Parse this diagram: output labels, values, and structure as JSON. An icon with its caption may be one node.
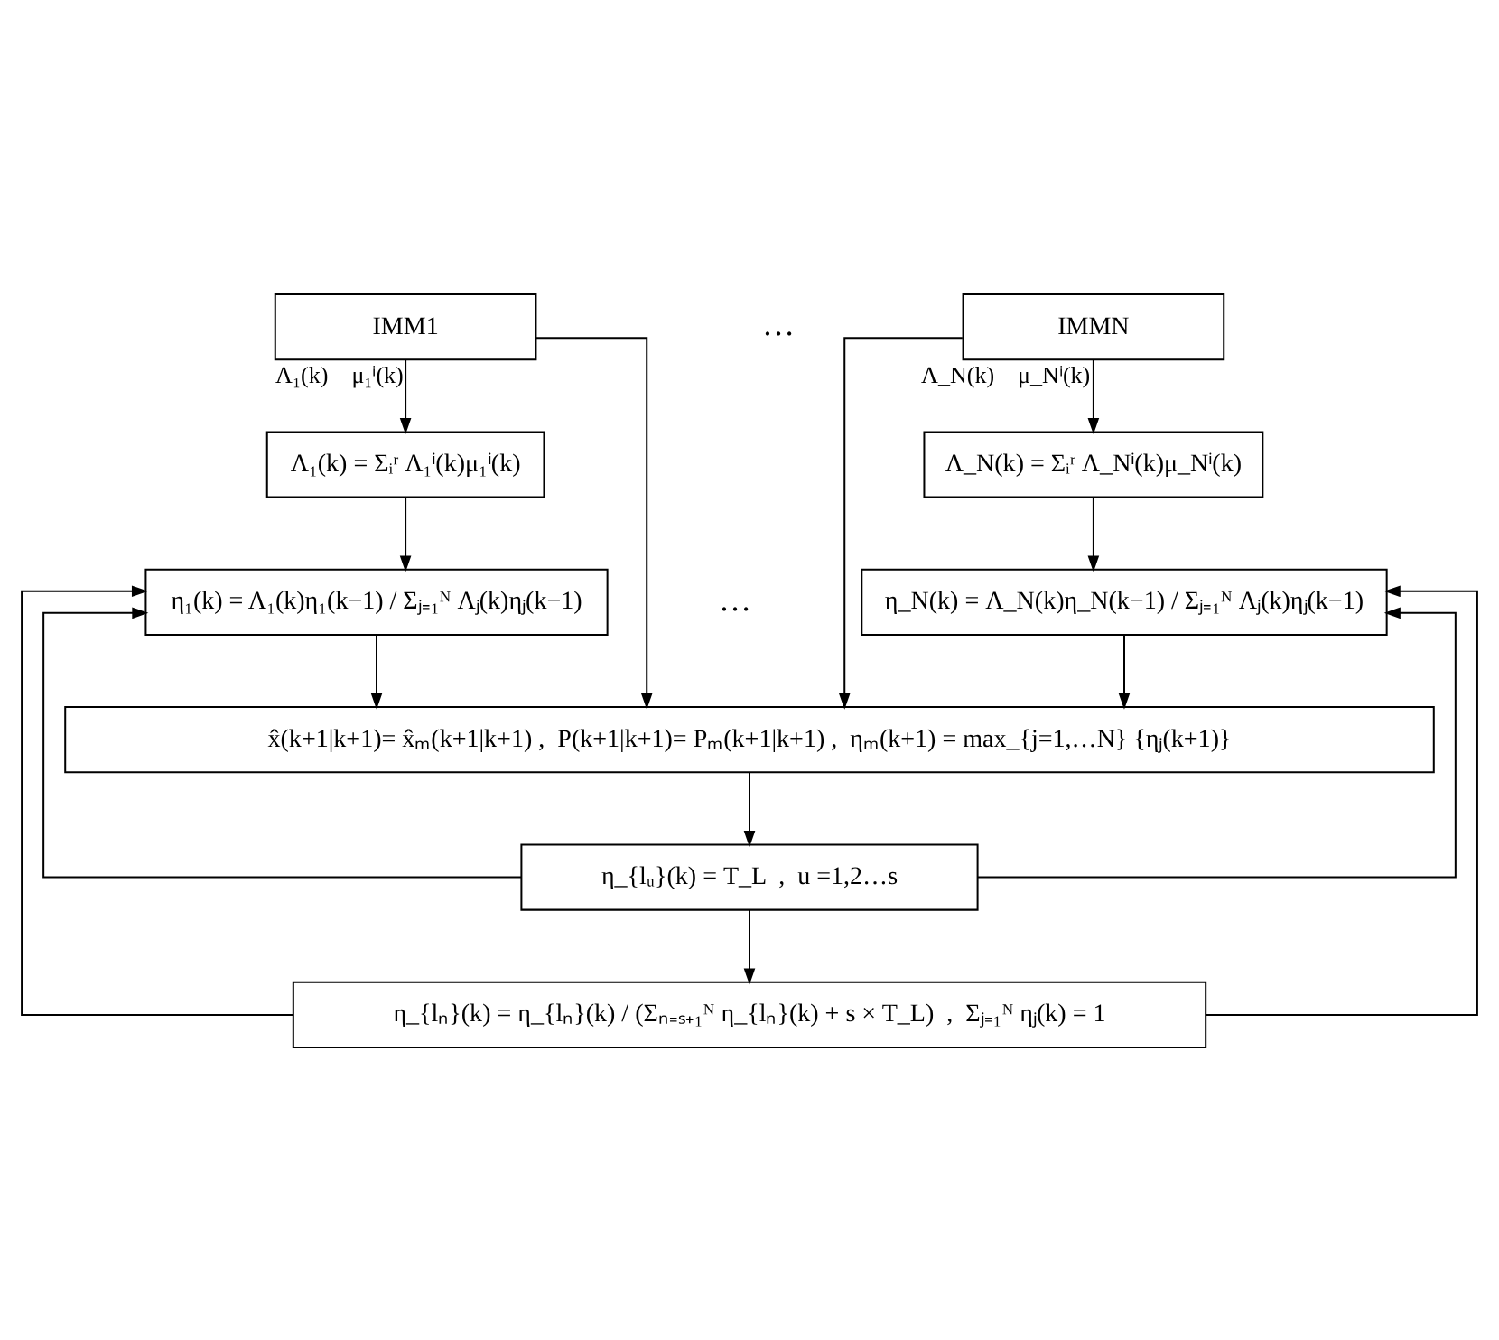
{
  "diagram": {
    "nodes": [
      {
        "text": [
          "IMM1"
        ]
      },
      {
        "text": [
          "IMMN"
        ]
      },
      {
        "text": [
          "Λ₁(k) = Σᵢʳ Λ₁ⁱ(k)μ₁ⁱ(k)"
        ]
      },
      {
        "text": [
          "Λ_N(k) = Σᵢʳ Λ_Nⁱ(k)μ_Nⁱ(k)"
        ]
      },
      {
        "text": [
          "η₁(k) = Λ₁(k)η₁(k−1) / Σⱼ₌₁ᴺ Λⱼ(k)ηⱼ(k−1)"
        ]
      },
      {
        "text": [
          "η_N(k) = Λ_N(k)η_N(k−1) / Σⱼ₌₁ᴺ Λⱼ(k)ηⱼ(k−1)"
        ]
      },
      {
        "text": [
          "x̂(k+1|k+1)= x̂ₘ(k+1|k+1) ,  P(k+1|k+1)= Pₘ(k+1|k+1) ,  ηₘ(k+1) = max_{j=1,…N} {ηⱼ(k+1)}"
        ]
      },
      {
        "text": [
          "η_{lᵤ}(k) = T_L  ,  u =1,2…s"
        ]
      },
      {
        "text": [
          "η_{lₙ}(k) = η_{lₙ}(k) / (Σₙ₌ₛ₊₁ᴺ η_{lₙ}(k) + s × T_L)  ,  Σⱼ₌₁ᴺ ηⱼ(k) = 1"
        ]
      }
    ],
    "edges": [
      {
        "from": 0,
        "to": 2,
        "arrow": "to",
        "label": "Λ₁(k)    μ₁ⁱ(k)"
      },
      {
        "from": 1,
        "to": 3,
        "arrow": "to",
        "label": "Λ_N(k)    μ_Nⁱ(k)"
      },
      {
        "from": 0,
        "to": 6,
        "arrow": "to"
      },
      {
        "from": 1,
        "to": 6,
        "arrow": "to"
      },
      {
        "from": 2,
        "to": 4,
        "arrow": "to"
      },
      {
        "from": 3,
        "to": 5,
        "arrow": "to"
      },
      {
        "from": 4,
        "to": 6,
        "arrow": "to"
      },
      {
        "from": 5,
        "to": 6,
        "arrow": "to"
      },
      {
        "from": 6,
        "to": 7,
        "arrow": "to"
      },
      {
        "from": 7,
        "to": 8,
        "arrow": "to"
      },
      {
        "from": 7,
        "to": 4,
        "arrow": "to"
      },
      {
        "from": 7,
        "to": 5,
        "arrow": "to"
      },
      {
        "from": 8,
        "to": 4,
        "arrow": "to"
      },
      {
        "from": 8,
        "to": 5,
        "arrow": "to"
      }
    ],
    "labels": [
      "…",
      "…"
    ]
  }
}
